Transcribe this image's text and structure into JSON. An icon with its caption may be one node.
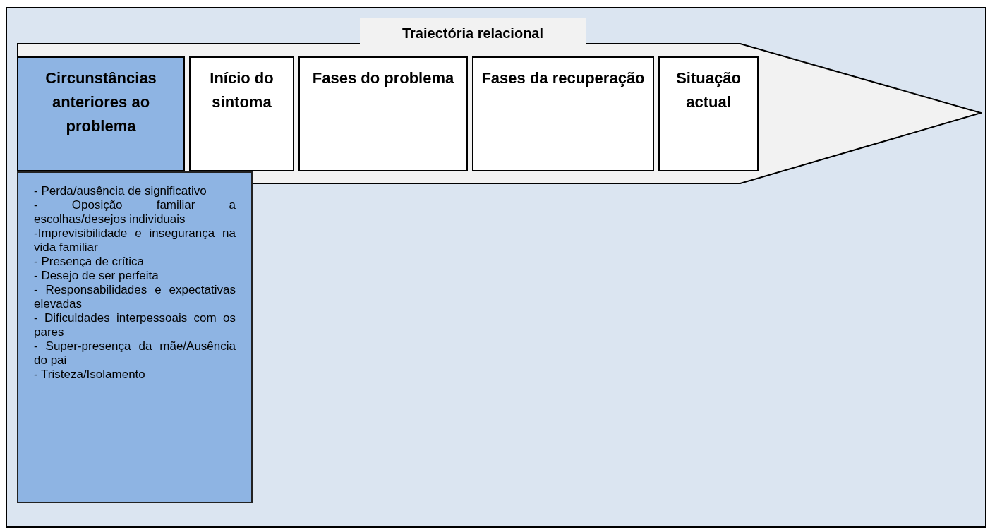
{
  "diagram": {
    "nodes": [
      {
        "text": [
          "Traiectória relacional"
        ]
      },
      {
        "text": [
          "Circunstâncias anteriores ao problema"
        ],
        "in": 0
      },
      {
        "text": [
          "Início do sintoma"
        ],
        "in": 0
      },
      {
        "text": [
          "Fases do problema"
        ],
        "in": 0
      },
      {
        "text": [
          "Fases da recuperação"
        ],
        "in": 0
      },
      {
        "text": [
          "Situação actual"
        ],
        "in": 0
      },
      {
        "text": [
          "- Perda/ausência de significativo",
          "- Oposição familiar a escolhas/desejos individuais",
          "-Imprevisibilidade e insegurança na vida familiar",
          "- Presença de crítica",
          "- Desejo de ser perfeita",
          "- Responsabilidades e expectativas elevadas",
          "- Dificuldades interpessoais com os pares",
          "- Super-presença da mãe/Ausência do pai",
          "- Tristeza/Isolamento"
        ]
      }
    ]
  }
}
